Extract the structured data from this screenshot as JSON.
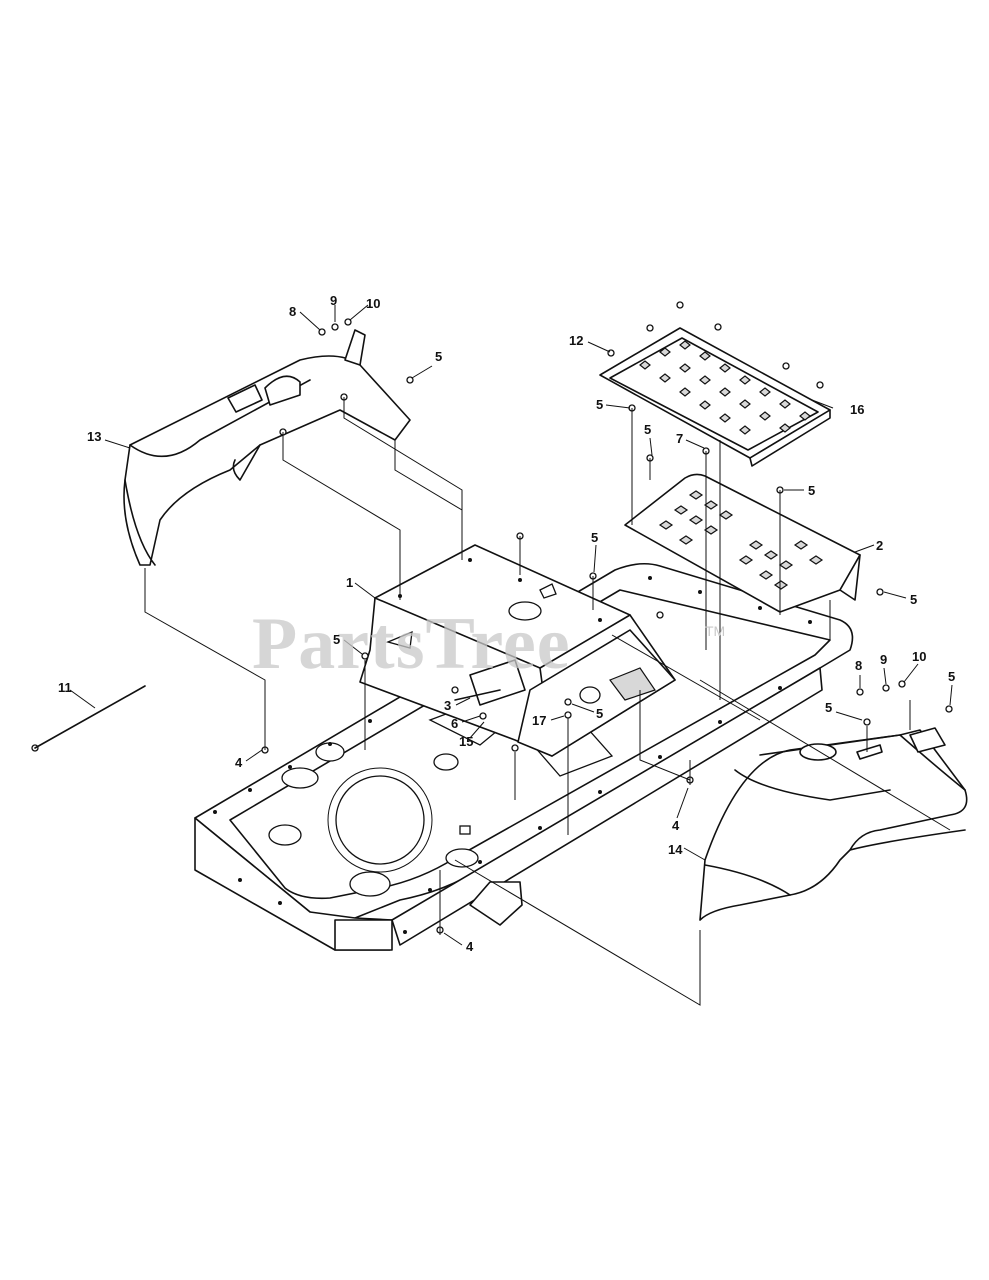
{
  "watermark": {
    "text": "PartsTree",
    "tm": "TM"
  },
  "callouts": [
    {
      "id": "c13",
      "label": "13"
    },
    {
      "id": "c8a",
      "label": "8"
    },
    {
      "id": "c9a",
      "label": "9"
    },
    {
      "id": "c10a",
      "label": "10"
    },
    {
      "id": "c5a",
      "label": "5"
    },
    {
      "id": "c12",
      "label": "12"
    },
    {
      "id": "c5b",
      "label": "5"
    },
    {
      "id": "c16",
      "label": "16"
    },
    {
      "id": "c5c",
      "label": "5"
    },
    {
      "id": "c7",
      "label": "7"
    },
    {
      "id": "c5d",
      "label": "5"
    },
    {
      "id": "c2",
      "label": "2"
    },
    {
      "id": "c5e",
      "label": "5"
    },
    {
      "id": "c5f",
      "label": "5"
    },
    {
      "id": "c1",
      "label": "1"
    },
    {
      "id": "c5g",
      "label": "5"
    },
    {
      "id": "c3",
      "label": "3"
    },
    {
      "id": "c6",
      "label": "6"
    },
    {
      "id": "c15",
      "label": "15"
    },
    {
      "id": "c17",
      "label": "17"
    },
    {
      "id": "c5h",
      "label": "5"
    },
    {
      "id": "c11",
      "label": "11"
    },
    {
      "id": "c4a",
      "label": "4"
    },
    {
      "id": "c4b",
      "label": "4"
    },
    {
      "id": "c4c",
      "label": "4"
    },
    {
      "id": "c8b",
      "label": "8"
    },
    {
      "id": "c9b",
      "label": "9"
    },
    {
      "id": "c10b",
      "label": "10"
    },
    {
      "id": "c5i",
      "label": "5"
    },
    {
      "id": "c5j",
      "label": "5"
    },
    {
      "id": "c14",
      "label": "14"
    }
  ]
}
